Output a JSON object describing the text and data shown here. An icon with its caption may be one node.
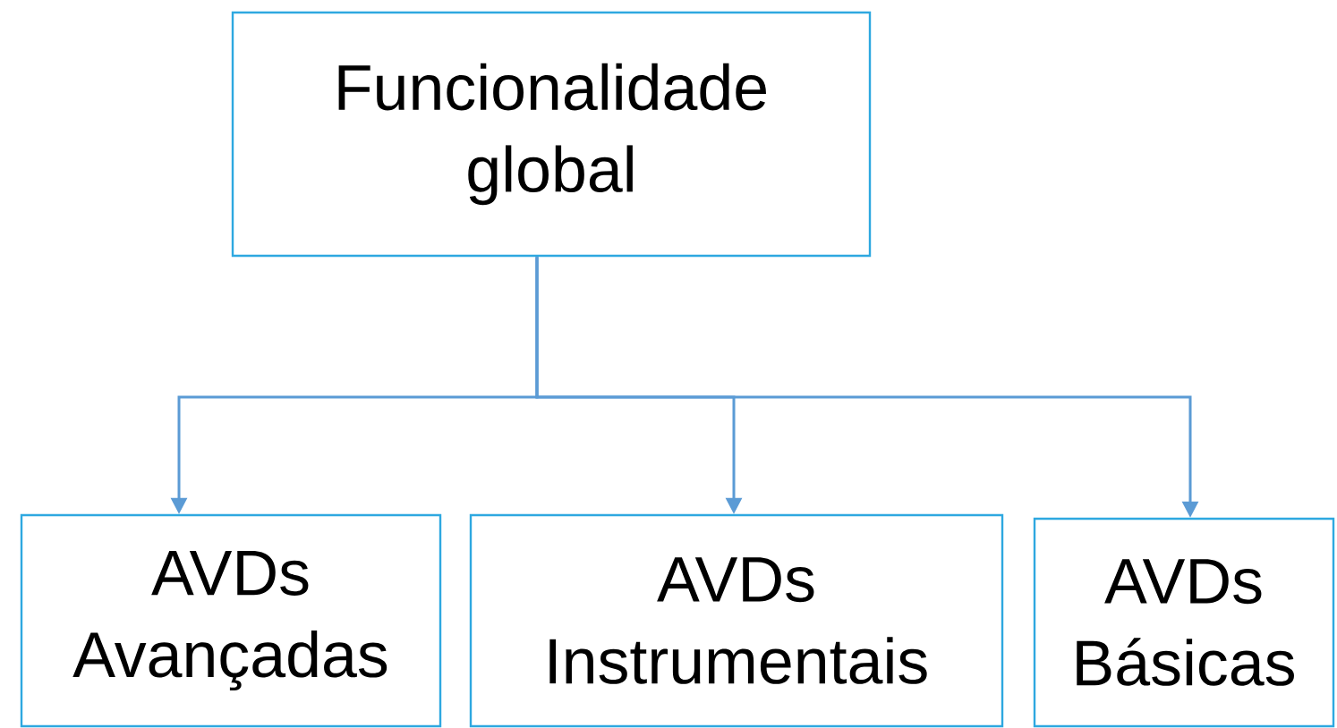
{
  "diagram": {
    "nodes": [
      {
        "text": [
          "Funcionalidade global"
        ]
      },
      {
        "text": [
          "AVDs Avançadas"
        ]
      },
      {
        "text": [
          "AVDs Instrumentais"
        ]
      },
      {
        "text": [
          "AVDs Básicas"
        ]
      }
    ],
    "edges": [
      {
        "from": 0,
        "to": 1,
        "arrow": "to"
      },
      {
        "from": 0,
        "to": 2,
        "arrow": "to"
      },
      {
        "from": 0,
        "to": 3,
        "arrow": "to"
      }
    ]
  }
}
